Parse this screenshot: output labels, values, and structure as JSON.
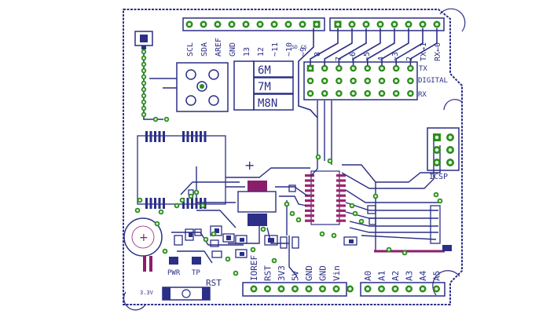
{
  "colors": {
    "background": "#ffffff",
    "trace": "#2b2f86",
    "silkscreen": "#2b2f86",
    "pad": "#2e8b1e",
    "pad_hole": "#d8ffd8",
    "chip_top": "#8b1e6b",
    "smd_pad": "#a0246e"
  },
  "header_top_left": {
    "labels": [
      "SCL",
      "SDA",
      "AREF",
      "GND",
      "13",
      "12",
      "~11",
      "~10",
      "~9",
      "8"
    ],
    "sub_label": "SD_CS"
  },
  "header_top_right": {
    "labels": [
      "7",
      "~6",
      "~5",
      "4",
      "~3",
      "2",
      "TX→1",
      "RX←0"
    ]
  },
  "digital_block": {
    "tx_label": "TX",
    "digital_label": "DIGITAL",
    "rx_label": "RX"
  },
  "chip_variants": [
    "6M",
    "7M",
    "M8N"
  ],
  "icsp_label": "ICSP",
  "power_header": {
    "labels": [
      "IOREF",
      "RST",
      "3V3",
      "5V",
      "GND",
      "GND",
      "Vin"
    ]
  },
  "analog_header": {
    "labels": [
      "A0",
      "A1",
      "A2",
      "A3",
      "A4",
      "A5"
    ]
  },
  "indicators": {
    "pwr_label": "PWR",
    "tp_label": "TP"
  },
  "reset_button_label": "RST",
  "battery_label": "3.3V",
  "battery_symbol": "+"
}
